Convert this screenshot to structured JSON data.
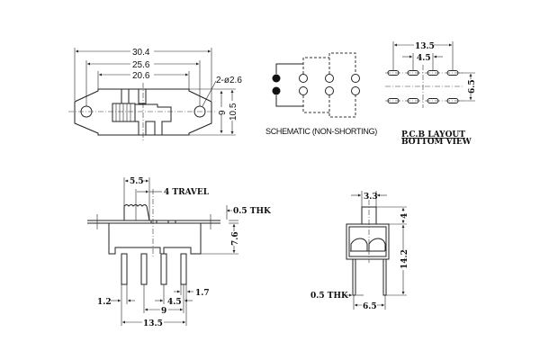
{
  "top_view": {
    "dims": {
      "overall": "30.4",
      "hole_pitch": "25.6",
      "body": "20.6",
      "holes": "2-ø2.6",
      "inner_height": "9",
      "outer_height": "10.5"
    }
  },
  "schematic": {
    "label": "SCHEMATIC (NON-SHORTING)"
  },
  "pcb_layout": {
    "dims": {
      "width": "13.5",
      "pitch": "4.5",
      "row": "6.5"
    },
    "title_line1": "P.C.B  LAYOUT",
    "title_line2": "BOTTOM  VIEW"
  },
  "front_view": {
    "dims": {
      "actuator": "5.5",
      "travel": "4  TRAVEL",
      "thickness": "0.5  THK",
      "height": "7.6",
      "pin_width": "1.2",
      "pin_pitch": "4.5",
      "pin_tip": "1.7",
      "span": "9",
      "total": "13.5"
    }
  },
  "side_view": {
    "dims": {
      "actuator": "3.3",
      "actuator_height": "4",
      "total_height": "14.2",
      "thickness": "0.5  THK",
      "pin_span": "6.5"
    }
  }
}
